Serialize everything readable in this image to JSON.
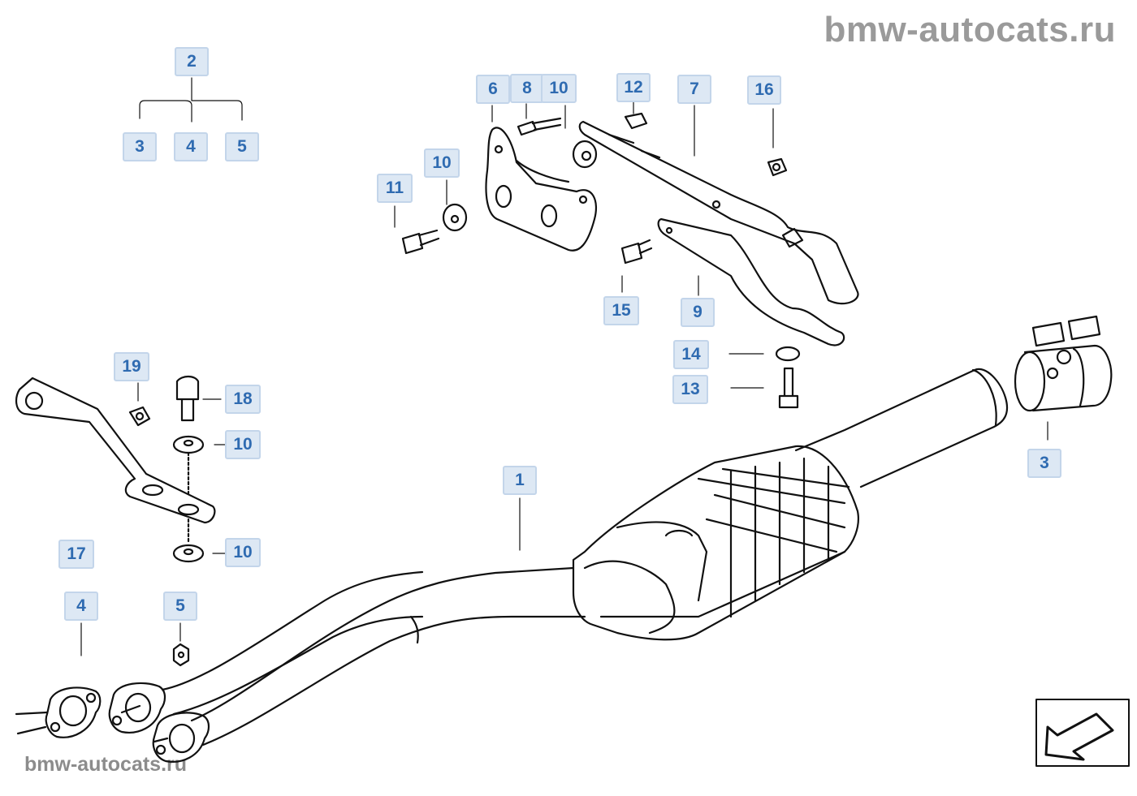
{
  "watermark": {
    "top": "bmw-autocats.ru",
    "bottom": "bmw-autocats.ru"
  },
  "callouts": {
    "c2": "2",
    "c3a": "3",
    "c4a": "4",
    "c5a": "5",
    "c6": "6",
    "c8": "8",
    "c10a": "10",
    "c12": "12",
    "c7": "7",
    "c16": "16",
    "c10b": "10",
    "c11": "11",
    "c15": "15",
    "c9": "9",
    "c14": "14",
    "c13": "13",
    "c3b": "3",
    "c1": "1",
    "c19": "19",
    "c18": "18",
    "c10c": "10",
    "c10d": "10",
    "c17": "17",
    "c4b": "4",
    "c5b": "5"
  },
  "colors": {
    "callout_text": "#2f6bb1",
    "callout_bg": "#dde8f4",
    "line": "#111111",
    "watermark": "#9a9a9a"
  },
  "icons": {
    "nav": "next-page-arrow-icon"
  }
}
